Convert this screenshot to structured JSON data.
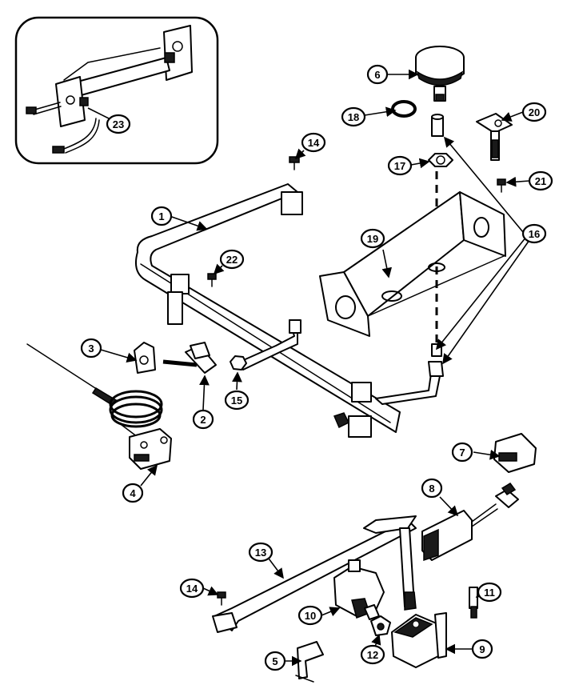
{
  "diagram": {
    "callouts": {
      "c1": "1",
      "c2": "2",
      "c3": "3",
      "c4": "4",
      "c5": "5",
      "c6": "6",
      "c7": "7",
      "c8": "8",
      "c9": "9",
      "c10": "10",
      "c11": "11",
      "c12": "12",
      "c13": "13",
      "c14a": "14",
      "c14b": "14",
      "c15": "15",
      "c16": "16",
      "c17": "17",
      "c18": "18",
      "c19": "19",
      "c20": "20",
      "c21": "21",
      "c22": "22",
      "c23": "23"
    }
  }
}
